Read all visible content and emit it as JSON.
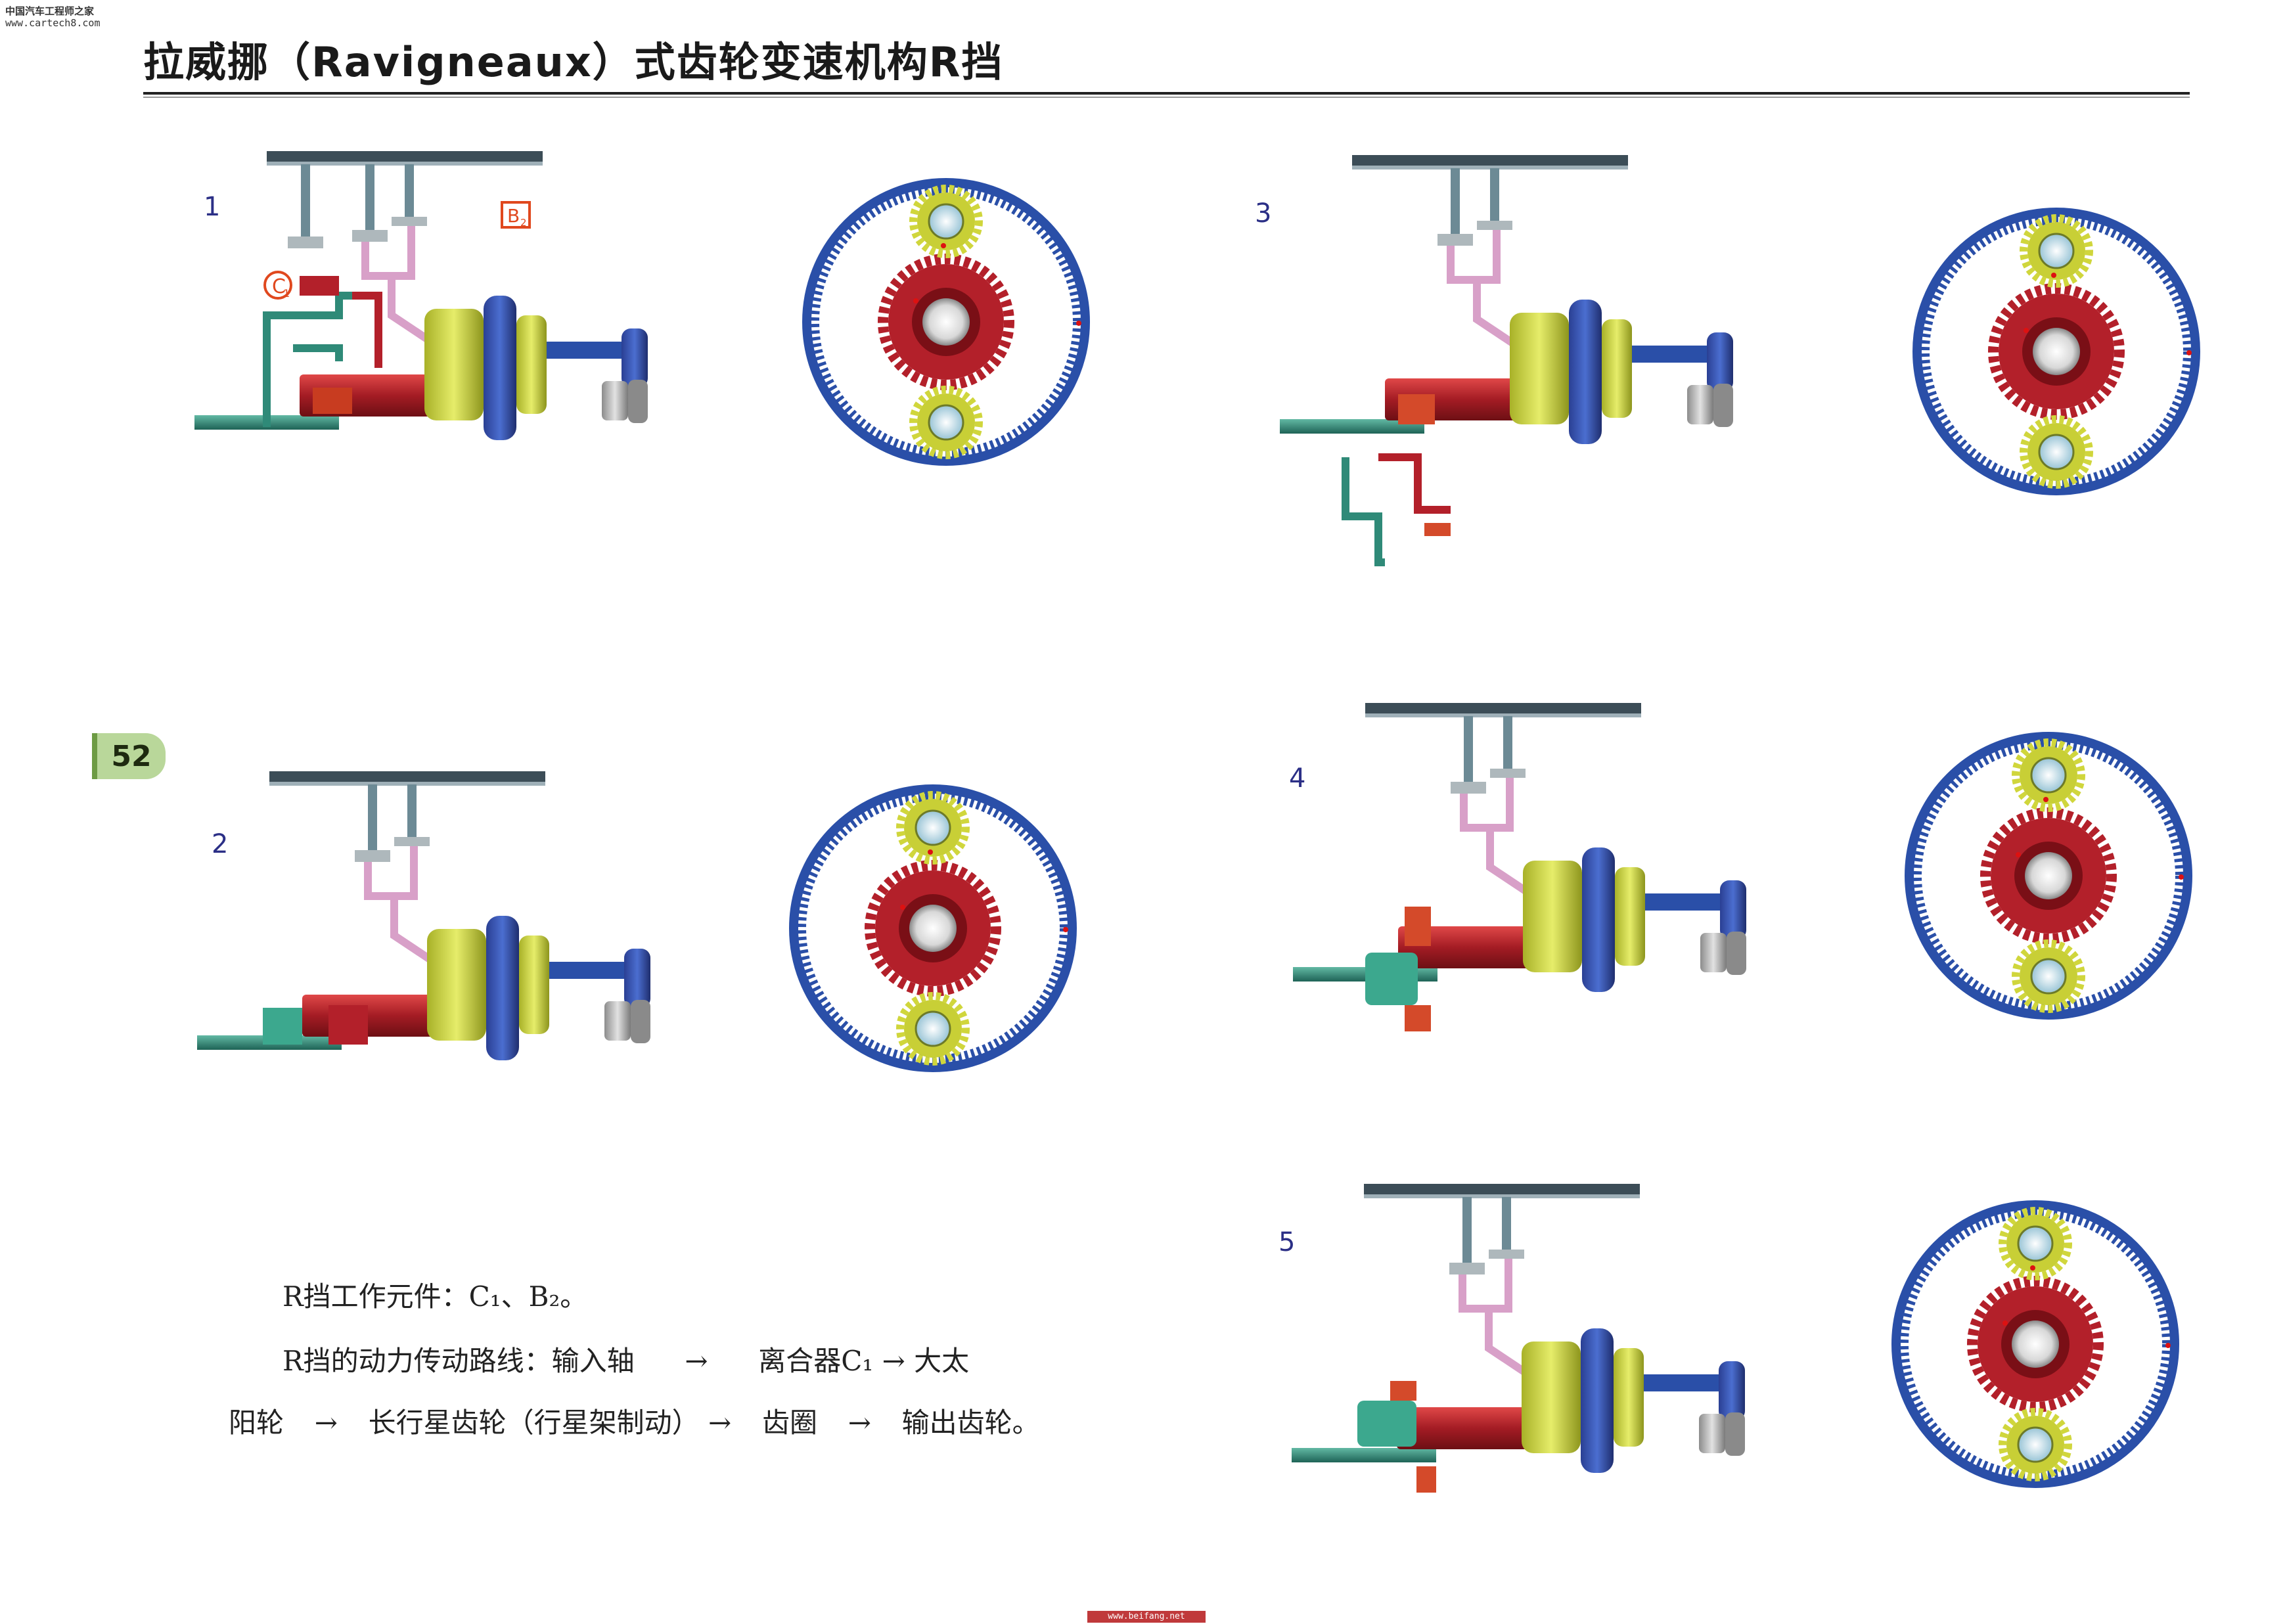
{
  "watermark": {
    "line1": "中国汽车工程师之家",
    "line2": "www.cartech8.com"
  },
  "title": "拉威挪（Ravigneaux）式齿轮变速机构R挡",
  "page_number": "52",
  "figures": [
    {
      "num": "1"
    },
    {
      "num": "2"
    },
    {
      "num": "3"
    },
    {
      "num": "4"
    },
    {
      "num": "5"
    }
  ],
  "labels": {
    "c1": "C",
    "c1_sub": "1",
    "b2": "B",
    "b2_sub": "2"
  },
  "notes": {
    "line1": "R挡工作元件：C₁、B₂。",
    "line2_a": "R挡的动力传动路线：输入轴",
    "line2_b": "离合器C₁",
    "line2_c": "大太",
    "line3_a": "阳轮",
    "line3_b": "长行星齿轮（行星架制动）",
    "line3_c": "齿圈",
    "line3_d": "输出齿轮。",
    "arrow": "→"
  },
  "footer": "www.beifang.net",
  "colors": {
    "ring_blue": "#2a4fa8",
    "sun_red": "#b3202a",
    "planet_yellow": "#d9e24a",
    "shaft_teal": "#2f8a78",
    "bracket_pink": "#d8a0c8",
    "frame_dark": "#3a4a55",
    "label_red": "#e0481e"
  }
}
